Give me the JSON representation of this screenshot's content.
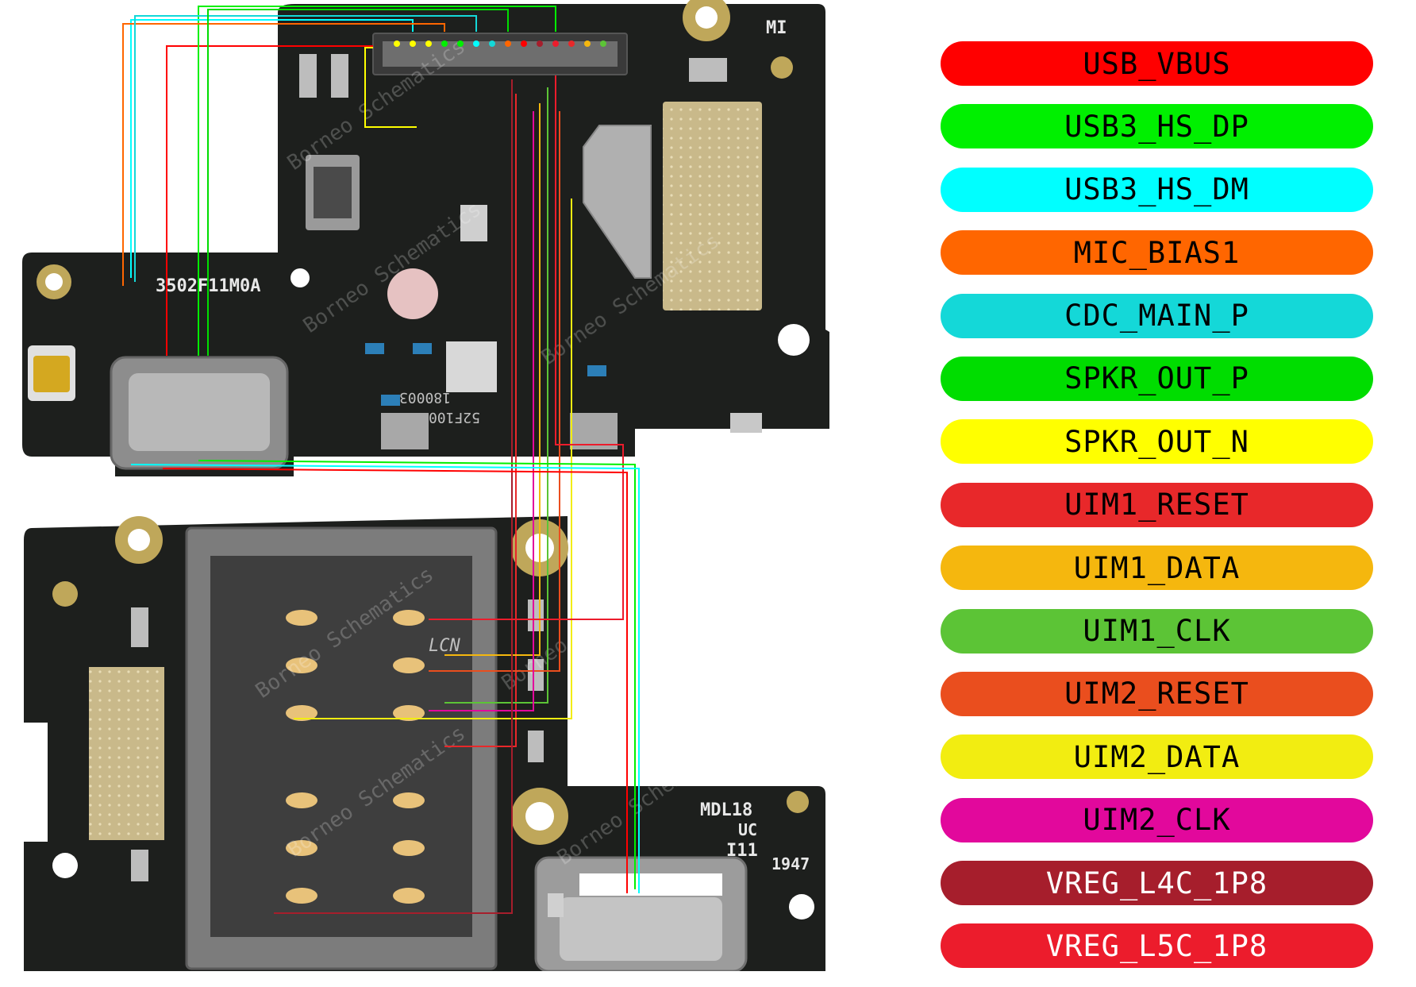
{
  "board": {
    "top_silkscreen": "3502F11M0A",
    "logo_text": "MI",
    "date_code_1": "52F100",
    "date_code_2": "180003",
    "bottom_silkscreen_1": "MDL18",
    "bottom_silkscreen_2": "UC",
    "bottom_silkscreen_3": "I11",
    "bottom_silkscreen_4": "1947",
    "bottom_silkscreen_lcn": "LCN",
    "watermark": "Borneo Schematics"
  },
  "legend": [
    {
      "label": "USB_VBUS",
      "color": "#ff0000"
    },
    {
      "label": "USB3_HS_DP",
      "color": "#00f000"
    },
    {
      "label": "USB3_HS_DM",
      "color": "#00ffff"
    },
    {
      "label": "MIC_BIAS1",
      "color": "#ff6600"
    },
    {
      "label": "CDC_MAIN_P",
      "color": "#14d8d8"
    },
    {
      "label": "SPKR_OUT_P",
      "color": "#00dd00"
    },
    {
      "label": "SPKR_OUT_N",
      "color": "#ffff00"
    },
    {
      "label": "UIM1_RESET",
      "color": "#e8282a"
    },
    {
      "label": "UIM1_DATA",
      "color": "#f5b70e"
    },
    {
      "label": "UIM1_CLK",
      "color": "#5cc436"
    },
    {
      "label": "UIM2_RESET",
      "color": "#ea4e1e"
    },
    {
      "label": "UIM2_DATA",
      "color": "#f2ed11"
    },
    {
      "label": "UIM2_CLK",
      "color": "#e2089c"
    },
    {
      "label": "VREG_L4C_1P8",
      "color": "#a61e2c",
      "text_color": "#ffffff"
    },
    {
      "label": "VREG_L5C_1P8",
      "color": "#ec1c2c",
      "text_color": "#ffffff"
    }
  ]
}
